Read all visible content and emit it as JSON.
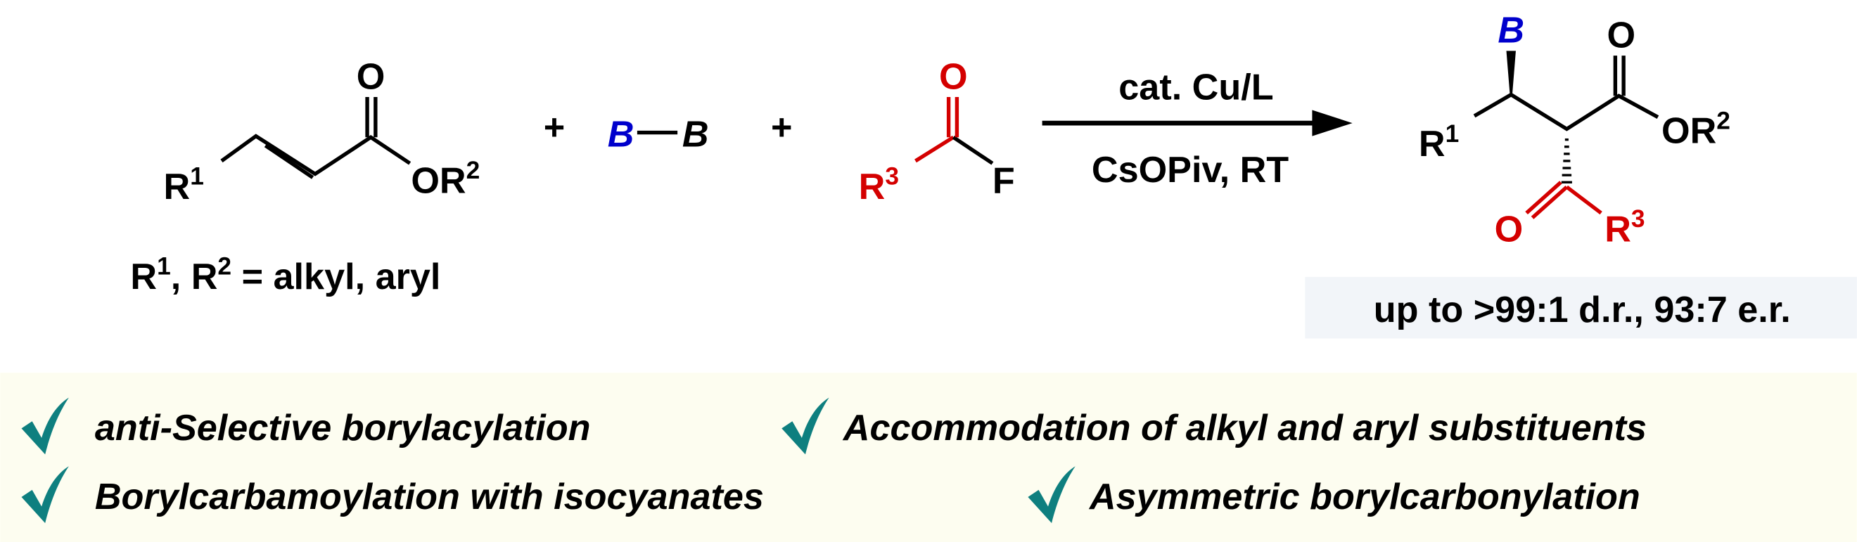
{
  "colors": {
    "boron": "#0000cc",
    "acyl": "#d40000",
    "check": "#0e7f7f",
    "panel_bg": "#fdfdf0",
    "selectivity_bg": "#f2f5f9"
  },
  "reactant_alkene": {
    "r1": "R",
    "r1_sup": "1",
    "o": "O",
    "or2": "OR",
    "or2_sup": "2"
  },
  "substituent_note": {
    "r1": "R",
    "r1_sup": "1",
    "sep": ", R",
    "r2_sup": "2",
    "rest": " = alkyl, aryl"
  },
  "plus1": "+",
  "diboron": {
    "b1": "B",
    "dash": "—",
    "b2": "B"
  },
  "plus2": "+",
  "acyl_fluoride": {
    "o": "O",
    "r3": "R",
    "r3_sup": "3",
    "f": "F"
  },
  "conditions": {
    "above": "cat. Cu/L",
    "below": "CsOPiv, RT"
  },
  "product": {
    "b": "B",
    "o_top": "O",
    "or2": "OR",
    "or2_sup": "2",
    "r1": "R",
    "r1_sup": "1",
    "o_acyl": "O",
    "r3": "R",
    "r3_sup": "3"
  },
  "selectivity": "up to >99:1 d.r., 93:7 e.r.",
  "features": [
    {
      "icon": "check-icon",
      "text": "anti-Selective borylacylation"
    },
    {
      "icon": "check-icon",
      "text": "Accommodation of alkyl and aryl substituents"
    },
    {
      "icon": "check-icon",
      "text": "Borylcarbamoylation with isocyanates"
    },
    {
      "icon": "check-icon",
      "text": "Asymmetric borylcarbonylation"
    }
  ]
}
